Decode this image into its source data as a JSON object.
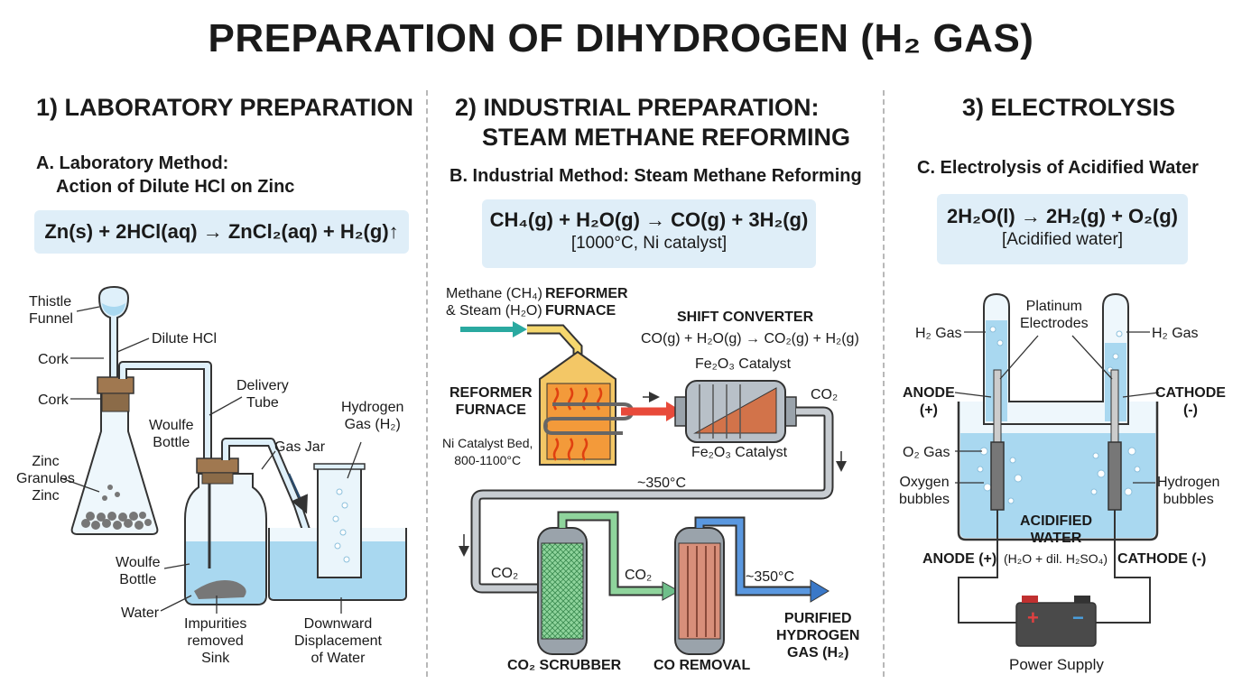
{
  "title": "PREPARATION OF DIHYDROGEN (H₂ GAS)",
  "sections": {
    "lab": {
      "heading": "1) LABORATORY PREPARATION",
      "method_line1": "A. Laboratory Method:",
      "method_line2": "Action of Dilute HCl on Zinc",
      "equation": "Zn(s) + 2HCl(aq) → ZnCl₂(aq) + H₂(g)↑",
      "labels": {
        "thistle_funnel": "Thistle\nFunnel",
        "dilute_hcl": "Dilute HCl",
        "cork1": "Cork",
        "cork2": "Cork",
        "zinc": "Zinc\nGranules\nZinc",
        "woulfe1": "Woulfe\nBottle",
        "delivery_tube": "Delivery\nTube",
        "gas_jar": "Gas Jar",
        "hydrogen_gas": "Hydrogen\nGas (H₂)",
        "woulfe2": "Woulfe\nBottle",
        "water": "Water",
        "impurities": "Impurities\nremoved\nSink",
        "downward": "Downward\nDisplacement\nof Water"
      }
    },
    "industrial": {
      "heading_line1": "2) INDUSTRIAL PREPARATION:",
      "heading_line2": "STEAM METHANE REFORMING",
      "method": "B. Industrial Method: Steam Methane Reforming",
      "equation": "CH₄(g) + H₂O(g) → CO(g) + 3H₂(g)",
      "condition": "[1000°C, Ni catalyst]",
      "labels": {
        "methane": "Methane (CH₄)\n& Steam (H₂O)",
        "reformer_top": "REFORMER\nFURNACE",
        "reformer_left": "REFORMER\nFURNACE",
        "ni_bed": "Ni Catalyst Bed,\n800-1100°C",
        "shift_converter": "SHIFT CONVERTER",
        "shift_eq": "CO(g) + H₂O(g) → CO₂(g) + H₂(g)",
        "fe_top": "Fe₂O₃ Catalyst",
        "fe_bottom": "Fe₂O₃ Catalyst",
        "co2_right": "CO₂",
        "temp1": "~350°C",
        "co2_left": "CO₂",
        "co2_mid": "CO₂",
        "temp2": "~350°C",
        "scrubber": "CO₂ SCRUBBER",
        "co_removal": "CO REMOVAL",
        "purified": "PURIFIED\nHYDROGEN\nGAS (H₂)"
      }
    },
    "electrolysis": {
      "heading": "3) ELECTROLYSIS",
      "method": "C. Electrolysis of Acidified Water",
      "equation": "2H₂O(l) → 2H₂(g) + O₂(g)",
      "condition": "[Acidified water]",
      "labels": {
        "h2_left": "H₂ Gas",
        "platinum": "Platinum\nElectrodes",
        "h2_right": "H₂ Gas",
        "anode": "ANODE\n(+)",
        "cathode": "CATHODE\n(-)",
        "o2": "O₂ Gas",
        "oxygen_bubbles": "Oxygen\nbubbles",
        "hydrogen_bubbles": "Hydrogen\nbubbles",
        "acidified": "ACIDIFIED\nWATER",
        "anode_bottom": "ANODE (+)",
        "solution": "(H₂O + dil. H₂SO₄)",
        "cathode_bottom": "CATHODE (-)",
        "battery_plus": "+",
        "battery_minus": "−",
        "power": "Power Supply"
      }
    }
  },
  "colors": {
    "eq_box": "#dfeef8",
    "water": "#a9d8f0",
    "zinc": "#777777",
    "arrow_teal": "#2aa9a0",
    "pipe_grey": "#9aa3ab",
    "pipe_green": "#6fbf8a",
    "pipe_blue": "#3a78c8",
    "flame": "#f07020"
  }
}
